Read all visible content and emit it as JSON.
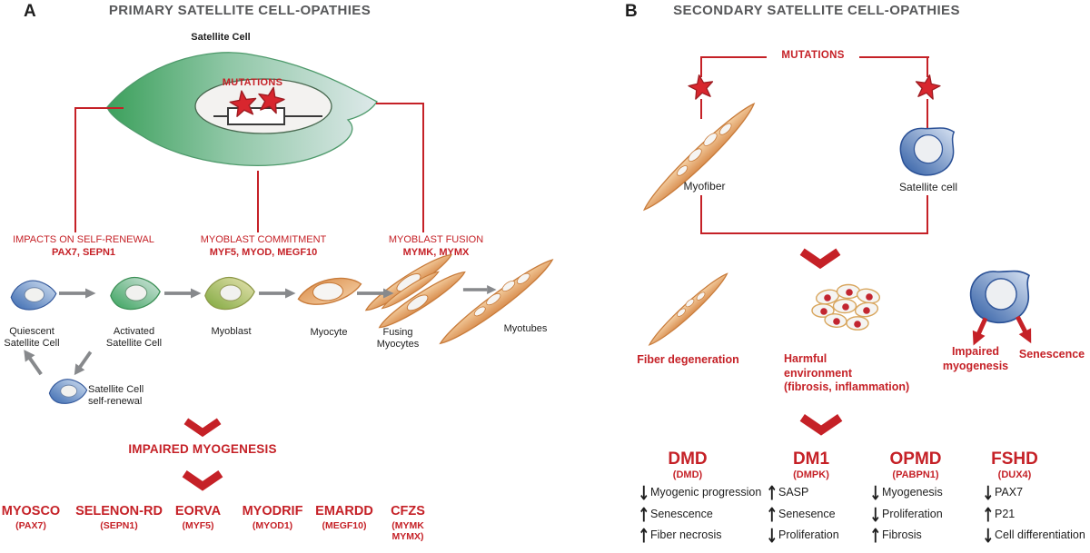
{
  "colors": {
    "accent_red": "#C52127",
    "title_gray": "#57585A",
    "text_black": "#1e1e1e",
    "gray_arrow": "#87898C",
    "cell_orange": "#DA8B47",
    "cell_blue": "#3A69B0",
    "cell_green": "#38A25C"
  },
  "panelA": {
    "label": "A",
    "title": "PRIMARY SATELLITE CELL-OPATHIES",
    "cell_label": "Satellite Cell",
    "mutations_label": "MUTATIONS",
    "branches": [
      {
        "line1": "IMPACTS ON SELF-RENEWAL",
        "line2": "PAX7, SEPN1"
      },
      {
        "line1": "MYOBLAST COMMITMENT",
        "line2": "MYF5, MYOD, MEGF10"
      },
      {
        "line1": "MYOBLAST FUSION",
        "line2": "MYMK, MYMX"
      }
    ],
    "stages": [
      {
        "label": "Quiescent\nSatellite Cell"
      },
      {
        "label": "Activated\nSatellite Cell"
      },
      {
        "label": "Myoblast"
      },
      {
        "label": "Myocyte"
      },
      {
        "label": "Fusing\nMyocytes"
      },
      {
        "label": "Myotubes"
      }
    ],
    "self_renewal_label": "Satellite Cell\nself-renewal",
    "impaired_label": "IMPAIRED MYOGENESIS",
    "diseases": [
      {
        "name": "MYOSCO",
        "genes": "(PAX7)"
      },
      {
        "name": "SELENON-RD",
        "genes": "(SEPN1)"
      },
      {
        "name": "EORVA",
        "genes": "(MYF5)"
      },
      {
        "name": "MYODRIF",
        "genes": "(MYOD1)"
      },
      {
        "name": "EMARDD",
        "genes": "(MEGF10)"
      },
      {
        "name": "CFZS",
        "genes": "(MYMK\nMYMX)"
      }
    ]
  },
  "panelB": {
    "label": "B",
    "title": "SECONDARY SATELLITE CELL-OPATHIES",
    "mutations_label": "MUTATIONS",
    "myofiber_label": "Myofiber",
    "satellite_label": "Satellite cell",
    "outcomes": {
      "fiber": "Fiber degeneration",
      "environment": "Harmful\nenvironment\n(fibrosis, inflammation)",
      "impaired": "Impaired\nmyogenesis",
      "senescence": "Senescence"
    },
    "diseases": [
      {
        "name": "DMD",
        "gene": "(DMD)",
        "effects": [
          {
            "dir": "↓",
            "text": "Myogenic progression"
          },
          {
            "dir": "↑",
            "text": "Senescence"
          },
          {
            "dir": "↑",
            "text": "Fiber necrosis"
          }
        ]
      },
      {
        "name": "DM1",
        "gene": "(DMPK)",
        "effects": [
          {
            "dir": "↑",
            "text": "SASP"
          },
          {
            "dir": "↑",
            "text": "Senesence"
          },
          {
            "dir": "↓",
            "text": "Proliferation"
          }
        ]
      },
      {
        "name": "OPMD",
        "gene": "(PABPN1)",
        "effects": [
          {
            "dir": "↓",
            "text": "Myogenesis"
          },
          {
            "dir": "↓",
            "text": "Proliferation"
          },
          {
            "dir": "↑",
            "text": "Fibrosis"
          }
        ]
      },
      {
        "name": "FSHD",
        "gene": "(DUX4)",
        "effects": [
          {
            "dir": "↓",
            "text": "PAX7"
          },
          {
            "dir": "↑",
            "text": "P21"
          },
          {
            "dir": "↓",
            "text": "Cell differentiation"
          }
        ]
      }
    ]
  }
}
